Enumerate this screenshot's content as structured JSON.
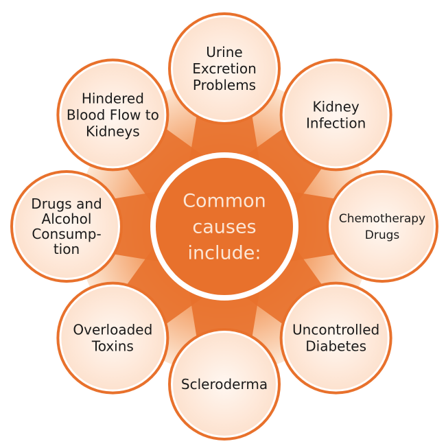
{
  "center": {
    "lines": [
      "Common",
      "causes",
      "include:"
    ]
  },
  "petals": [
    {
      "id": "urine-excretion-problems",
      "lines": [
        "Urine",
        "Excretion",
        "Problems"
      ]
    },
    {
      "id": "kidney-infection",
      "lines": [
        "Kidney",
        "Infection"
      ]
    },
    {
      "id": "chemotherapy-drugs",
      "lines": [
        "Chemotherapy",
        "Drugs"
      ]
    },
    {
      "id": "uncontrolled-diabetes",
      "lines": [
        "Uncontrolled",
        "Diabetes"
      ]
    },
    {
      "id": "scleroderma",
      "lines": [
        "Scleroderma"
      ]
    },
    {
      "id": "overloaded-toxins",
      "lines": [
        "Overloaded",
        "Toxins"
      ]
    },
    {
      "id": "drugs-and-alcohol-consumption",
      "lines": [
        "Drugs and",
        "Alcohol",
        "Consump-",
        "tion"
      ]
    },
    {
      "id": "hindered-blood-flow-to-kidneys",
      "lines": [
        "Hindered",
        "Blood Flow to",
        "Kidneys"
      ]
    }
  ],
  "colors": {
    "accent": "#e8712c",
    "accent_dark": "#d9581c",
    "glow_light": "#fde3cc",
    "petal_fill": "#fde8da",
    "ring": "#ffffff",
    "label_text": "#1a1a1a",
    "center_text": "#fbe6d6"
  }
}
